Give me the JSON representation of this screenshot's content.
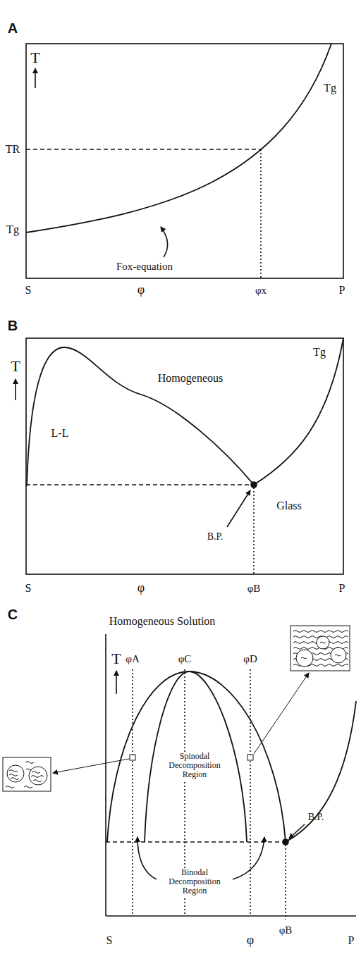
{
  "diagram": {
    "labels": [
      "A",
      "T",
      "Tg",
      "TR",
      "Tg",
      "Fox-equation",
      "S",
      "φ",
      "φx",
      "P",
      "B",
      "T",
      "Homogeneous",
      "Tg",
      "L-L",
      "Glass",
      "B.P.",
      "S",
      "φ",
      "φB",
      "P",
      "C",
      "Homogeneous Solution",
      "T",
      "φA",
      "φC",
      "φD",
      "Spinodal Decomposition Region",
      "Binodal Decomposition Region",
      "B.P.",
      "S",
      "φ",
      "φB",
      "P"
    ]
  }
}
